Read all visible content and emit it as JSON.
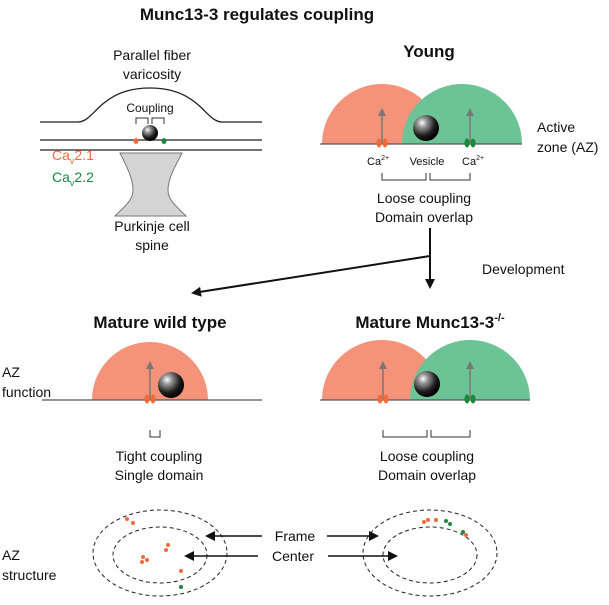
{
  "title": "Munc13-3 regulates coupling",
  "left_panel": {
    "pf_label_line1": "Parallel fiber",
    "pf_label_line2": "varicosity",
    "coupling_label": "Coupling",
    "cav21": {
      "main": "Ca",
      "sub": "v",
      "rest": "2.1",
      "color": "#f26b3a"
    },
    "cav22": {
      "main": "Ca",
      "sub": "v",
      "rest": "2.2",
      "color": "#1a8a3a"
    },
    "pc_label_line1": "Purkinje cell",
    "pc_label_line2": "spine"
  },
  "young": {
    "title": "Young",
    "ca_left": {
      "main": "Ca",
      "sup": "2+"
    },
    "vesicle": "Vesicle",
    "ca_right": {
      "main": "Ca",
      "sup": "2+"
    },
    "coupling_line1": "Loose coupling",
    "coupling_line2": "Domain overlap"
  },
  "active_zone_line1": "Active",
  "active_zone_line2": "zone (AZ)",
  "development": "Development",
  "mature_wt": {
    "title": "Mature wild type",
    "coupling_line1": "Tight coupling",
    "coupling_line2": "Single domain"
  },
  "mature_ko": {
    "title_main": "Mature Munc13-3",
    "title_sup": "-/-",
    "coupling_line1": "Loose coupling",
    "coupling_line2": "Domain overlap"
  },
  "row_labels": {
    "az_function_line1": "AZ",
    "az_function_line2": "function",
    "az_structure_line1": "AZ",
    "az_structure_line2": "structure"
  },
  "structure": {
    "frame_label": "Frame",
    "center_label": "Center"
  },
  "colors": {
    "salmon": "#f4937a",
    "green": "#6cc395",
    "orange_channel": "#f26b3a",
    "green_channel": "#1a8a3a",
    "spine_fill": "#d4d4d4"
  }
}
